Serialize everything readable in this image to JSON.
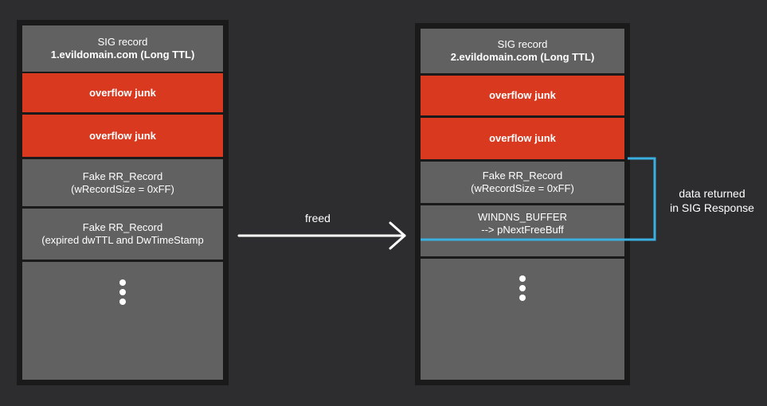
{
  "left_column": {
    "sig_record": {
      "title": "SIG record",
      "domain": "1.evildomain.com (Long TTL)"
    },
    "overflow_1": "overflow junk",
    "overflow_2": "overflow junk",
    "fake_rr_1": {
      "line1": "Fake RR_Record",
      "line2": "(wRecordSize = 0xFF)"
    },
    "fake_rr_2": {
      "line1": "Fake RR_Record",
      "line2": "(expired dwTTL and DwTimeStamp"
    }
  },
  "arrow": {
    "label": "freed"
  },
  "right_column": {
    "sig_record": {
      "title": "SIG record",
      "domain": "2.evildomain.com (Long TTL)"
    },
    "overflow_1": "overflow junk",
    "overflow_2": "overflow junk",
    "fake_rr": {
      "line1": "Fake RR_Record",
      "line2": "(wRecordSize = 0xFF)"
    },
    "windns_buffer": {
      "line1": "WINDNS_BUFFER",
      "line2": "--> pNextFreeBuff"
    }
  },
  "bracket_label": {
    "line1": "data returned",
    "line2": "in SIG Response"
  },
  "colors": {
    "background": "#2d2d2f",
    "column_border": "#1a1a1a",
    "gray_block": "#616161",
    "overflow_red": "#d9391f",
    "bracket_blue": "#3ab0e0",
    "arrow_white": "#ffffff"
  }
}
